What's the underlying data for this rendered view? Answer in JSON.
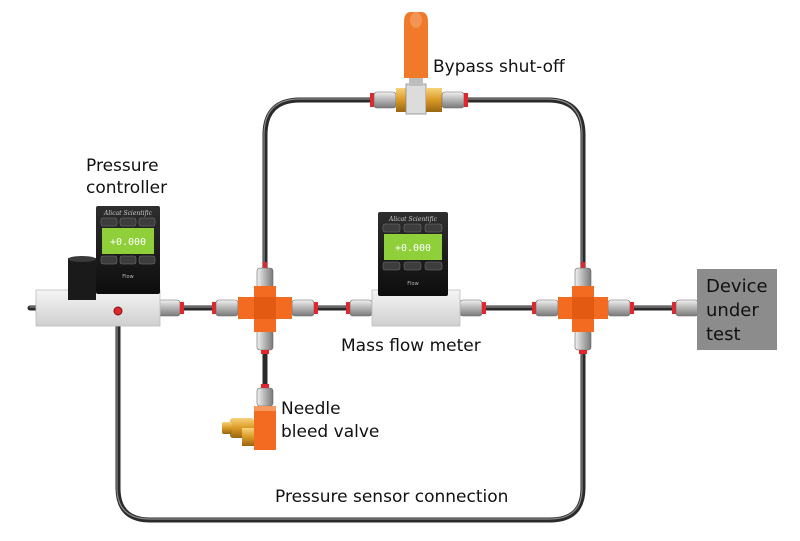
{
  "labels": {
    "bypass": "Bypass shut-off",
    "pressure_controller": [
      "Pressure",
      "controller"
    ],
    "mass_flow_meter": "Mass flow meter",
    "needle_valve": [
      "Needle",
      "bleed valve"
    ],
    "pressure_sensor": "Pressure sensor connection",
    "device_under_test": [
      "Device",
      "under",
      "test"
    ]
  },
  "devices": {
    "controller": {
      "brand": "Alicat Scientific",
      "reading": "+0.000",
      "unit_label": "Flow"
    },
    "meter": {
      "brand": "Alicat Scientific",
      "reading": "+0.000",
      "unit_label": "Flow"
    }
  },
  "colors": {
    "tee": "#f26b21",
    "valve_handle": "#f07a2a",
    "brass": "#e2a52a",
    "tube": "#4a4a4a",
    "fitting_red": "#e3262d",
    "screen_green": "#8ecf3a",
    "dut_box": "#8c8c8c"
  }
}
